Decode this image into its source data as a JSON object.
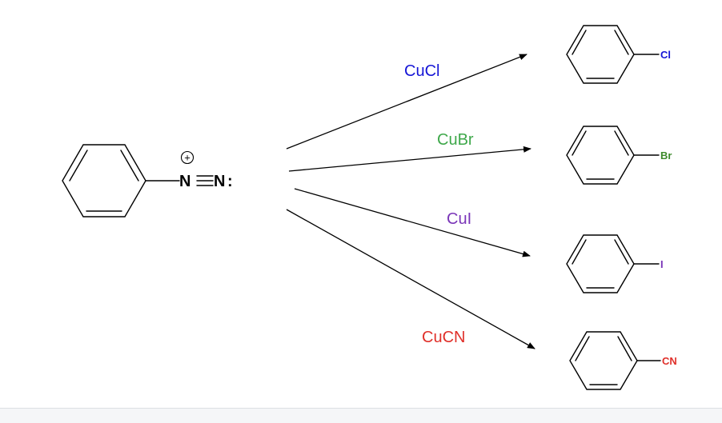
{
  "diagram": {
    "reactant": {
      "charge_symbol": "+",
      "n1": "N",
      "n2": "N",
      "lone_pair": ":"
    },
    "reactions": [
      {
        "reagent": "CuCl",
        "substituent": "Cl",
        "color": "#1515d6"
      },
      {
        "reagent": "CuBr",
        "substituent": "Br",
        "color": "#3ea84a"
      },
      {
        "reagent": "CuI",
        "substituent": "I",
        "color": "#7a35b8"
      },
      {
        "reagent": "CuCN",
        "substituent": "CN",
        "color": "#e0302a"
      }
    ]
  }
}
